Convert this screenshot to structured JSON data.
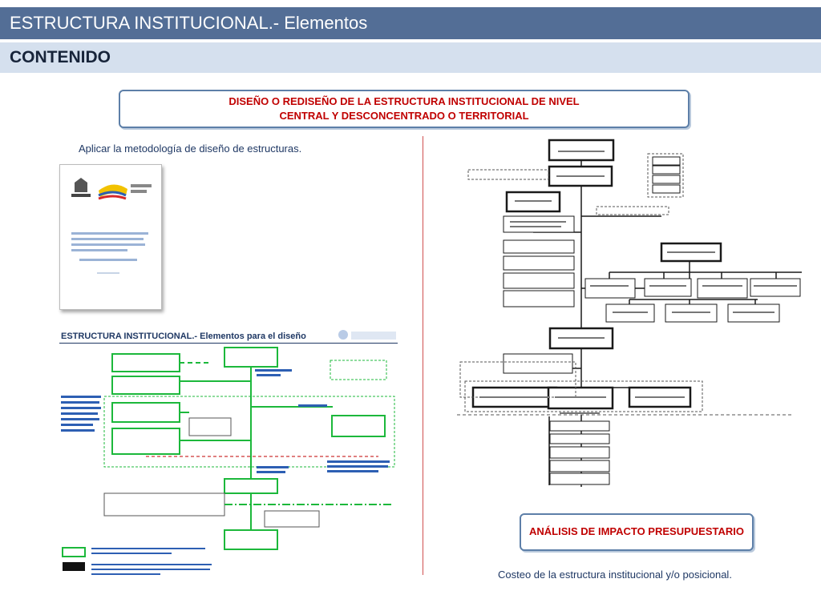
{
  "header": {
    "title": "ESTRUCTURA INSTITUCIONAL.- Elementos"
  },
  "subheader": {
    "title": "CONTENIDO"
  },
  "banner_top": {
    "line1": "DISEÑO O REDISEÑO DE LA ESTRUCTURA INSTITUCIONAL DE NIVEL",
    "line2": "CENTRAL Y DESCONCENTRADO O TERRITORIAL"
  },
  "left": {
    "caption": "Aplicar la metodología de diseño de estructuras.",
    "thumbnail_title": "ESTRUCTURA INSTITUCIONAL.- Elementos para el diseño"
  },
  "right": {
    "banner": "ANÁLISIS DE IMPACTO PRESUPUESTARIO",
    "caption": "Costeo de la estructura institucional y/o posicional."
  },
  "colors": {
    "header_bg": "#536e96",
    "subheader_bg": "#d5e0ee",
    "banner_text": "#c00000",
    "caption_text": "#1f3864"
  }
}
